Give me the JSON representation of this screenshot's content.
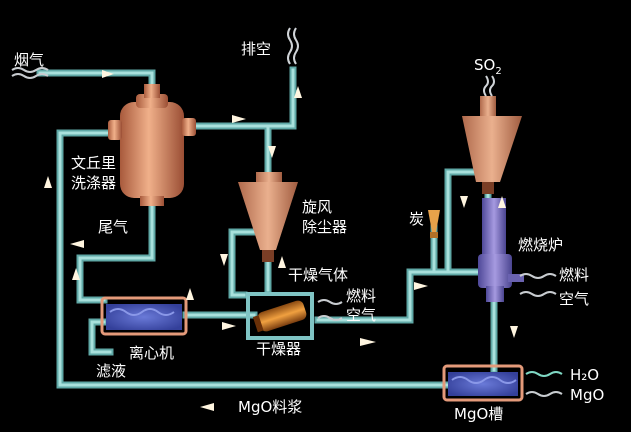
{
  "colors": {
    "pipe": "#7fc4c4",
    "pipe_inner": "#9ad6d4",
    "arrow": "#fff5e0",
    "vessel_copper": "#d9906a",
    "furnace_purple": "#7a70c0",
    "slurry": "#4a5bb8",
    "background": "#000000"
  },
  "labels": {
    "flue_gas": "烟气",
    "exhaust": "排空",
    "so2": "SO",
    "so2_sub": "2",
    "venturi_line1": "文丘里",
    "venturi_line2": "洗涤器",
    "tail_gas": "尾气",
    "cyclone_line1": "旋风",
    "cyclone_line2": "除尘器",
    "carbon": "炭",
    "furnace": "燃烧炉",
    "dry_gas": "干燥气体",
    "fuel_dryer": "燃料",
    "air_dryer": "空气",
    "fuel_furnace": "燃料",
    "air_furnace": "空气",
    "centrifuge": "离心机",
    "dryer": "干燥器",
    "filtrate": "滤液",
    "water": "H₂O",
    "mgo_feed": "MgO",
    "mgo_tank": "MgO槽",
    "mgo_slurry": "MgO料浆"
  }
}
